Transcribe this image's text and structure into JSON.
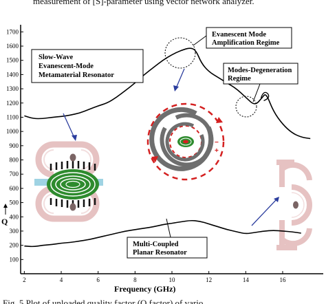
{
  "caption_top": "measurement of [S]-parameter using vector network analyzer.",
  "caption_bottom": "Fig. 5 Plot of unloaded quality factor (Q factor) of vario",
  "colors": {
    "curve": "#000000",
    "resonator_pink": "#e6c2c2",
    "resonator_dark": "#7a6464",
    "spiral_green": "#1e8a1e",
    "ring_gray": "#6e6e6e",
    "field_red": "#d42020",
    "arrow_blue": "#2c3e9e"
  },
  "chart_data": {
    "type": "line",
    "xlabel": "Frequency (GHz)",
    "ylabel": "Q",
    "xlim": [
      1.8,
      18.2
    ],
    "ylim": [
      0,
      1750
    ],
    "xticks": [
      2,
      4,
      6,
      8,
      10,
      12,
      14,
      16
    ],
    "yticks": [
      100,
      200,
      300,
      400,
      500,
      600,
      700,
      800,
      900,
      1000,
      1100,
      1200,
      1300,
      1400,
      1500,
      1600,
      1700
    ],
    "grid": false,
    "series": [
      {
        "x": [
          2.0,
          2.5,
          3.0,
          3.5,
          4.0,
          4.5,
          5.0,
          5.5,
          6.0,
          6.5,
          7.0,
          7.5,
          8.0,
          8.5,
          9.0,
          9.5,
          10.0,
          10.5,
          11.0,
          11.3,
          11.6,
          12.0,
          12.5,
          13.0,
          13.5,
          14.0,
          14.5,
          14.9,
          15.1,
          15.5,
          16.0,
          16.5,
          17.0,
          17.5
        ],
        "y": [
          1110,
          1090,
          1090,
          1100,
          1105,
          1115,
          1130,
          1155,
          1180,
          1200,
          1240,
          1290,
          1340,
          1400,
          1450,
          1500,
          1540,
          1570,
          1590,
          1570,
          1480,
          1420,
          1380,
          1340,
          1300,
          1240,
          1180,
          1240,
          1270,
          1140,
          1050,
          990,
          960,
          950
        ]
      },
      {
        "x": [
          2.0,
          2.5,
          3.0,
          3.5,
          4.0,
          4.5,
          5.0,
          5.5,
          6.0,
          6.5,
          7.0,
          7.5,
          8.0,
          8.5,
          9.0,
          9.5,
          10.0,
          10.5,
          11.0,
          11.5,
          12.0,
          12.5,
          13.0,
          13.5,
          14.0,
          14.5,
          15.0,
          15.5,
          16.0,
          16.5,
          17.0
        ],
        "y": [
          195,
          190,
          200,
          205,
          215,
          220,
          230,
          240,
          255,
          270,
          285,
          300,
          310,
          320,
          330,
          345,
          355,
          365,
          375,
          370,
          350,
          330,
          310,
          295,
          280,
          290,
          300,
          305,
          300,
          295,
          285
        ]
      }
    ],
    "annotations": [
      {
        "text": [
          "Slow-Wave",
          "Evanescent-Mode",
          "Metamaterial Resonator"
        ]
      },
      {
        "text": [
          "Evanescent Mode",
          "Amplification Regime"
        ]
      },
      {
        "text": [
          "Modes-Degeneration",
          "Regime"
        ]
      },
      {
        "text": [
          "Multi-Coupled",
          "Planar Resonator"
        ]
      }
    ]
  }
}
